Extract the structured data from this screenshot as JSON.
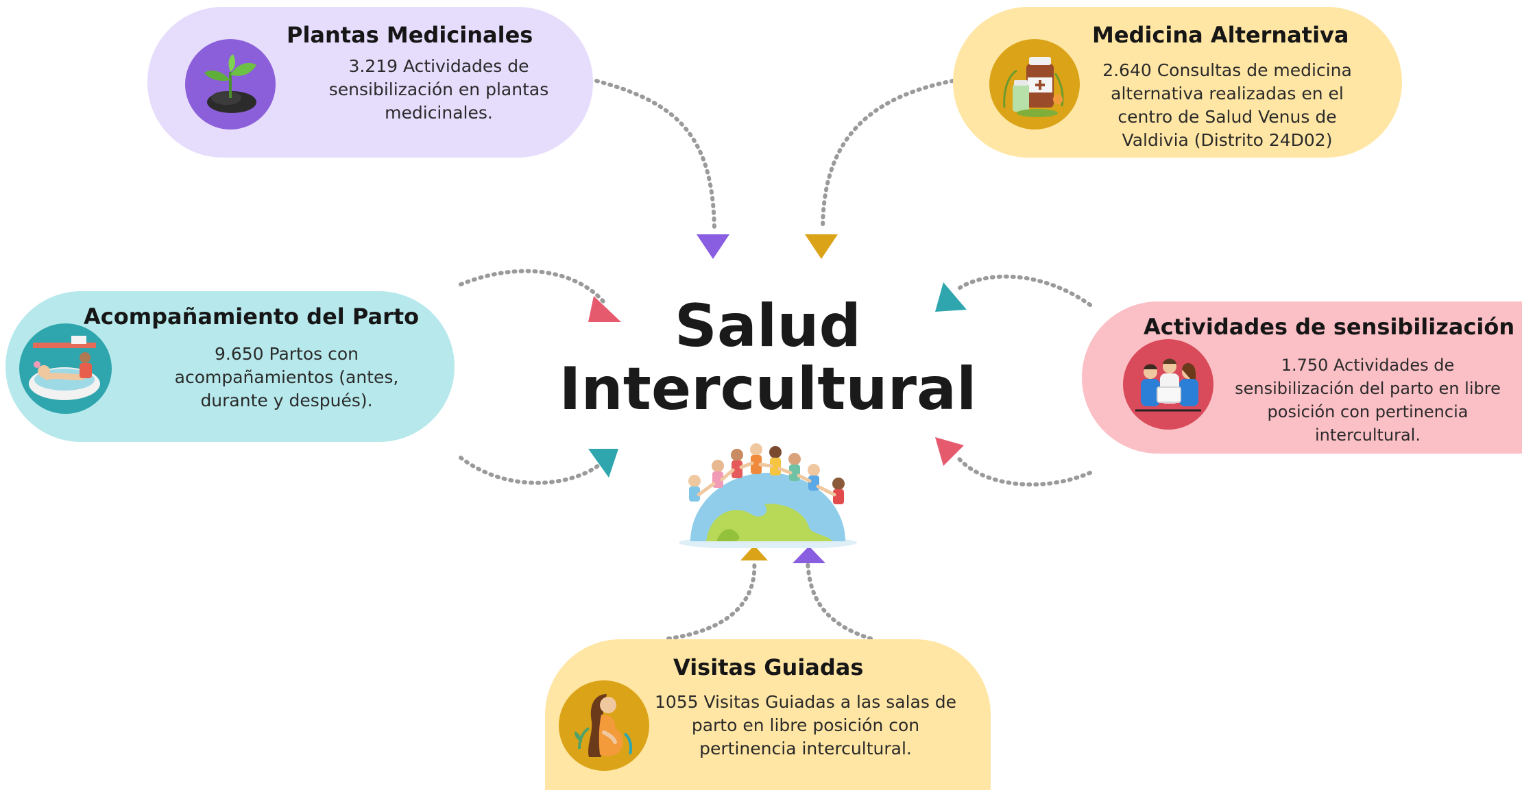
{
  "center": {
    "title_line1": "Salud",
    "title_line2": "Intercultural"
  },
  "colors": {
    "lavender": "#e6dcfc",
    "yellow": "#ffe6a4",
    "cyan": "#b7e9ec",
    "pink": "#fbbfc6",
    "purple_arrow": "#8a5ee0",
    "gold_arrow": "#dba317",
    "teal_arrow": "#2fa6ae",
    "red_arrow": "#e65a6e",
    "dots": "#9a9a9a"
  },
  "cards": {
    "plantas": {
      "title": "Plantas Medicinales",
      "lines": [
        "3.219 Actividades de",
        "sensibilización en plantas",
        "medicinales."
      ],
      "icon": "plant-sprout-icon"
    },
    "medicina": {
      "title": "Medicina Alternativa",
      "lines": [
        "2.640 Consultas de medicina",
        "alternativa realizadas en el",
        "centro de Salud Venus de",
        "Valdivia (Distrito 24D02)"
      ],
      "icon": "medicine-bottles-icon"
    },
    "parto": {
      "title": "Acompañamiento del Parto",
      "lines": [
        "9.650 Partos con",
        "acompañamientos (antes,",
        "durante y después)."
      ],
      "icon": "birth-support-icon"
    },
    "actividades": {
      "title": "Actividades de sensibilización",
      "lines": [
        "1.750 Actividades de",
        "sensibilización del parto en libre",
        "posición con pertinencia",
        "intercultural."
      ],
      "icon": "group-reading-icon"
    },
    "visitas": {
      "title": "Visitas Guiadas",
      "lines": [
        "1055 Visitas Guiadas a las salas de",
        "parto en libre posición con",
        "pertinencia intercultural."
      ],
      "icon": "pregnant-woman-icon"
    }
  },
  "center_icon": "children-around-globe-icon"
}
